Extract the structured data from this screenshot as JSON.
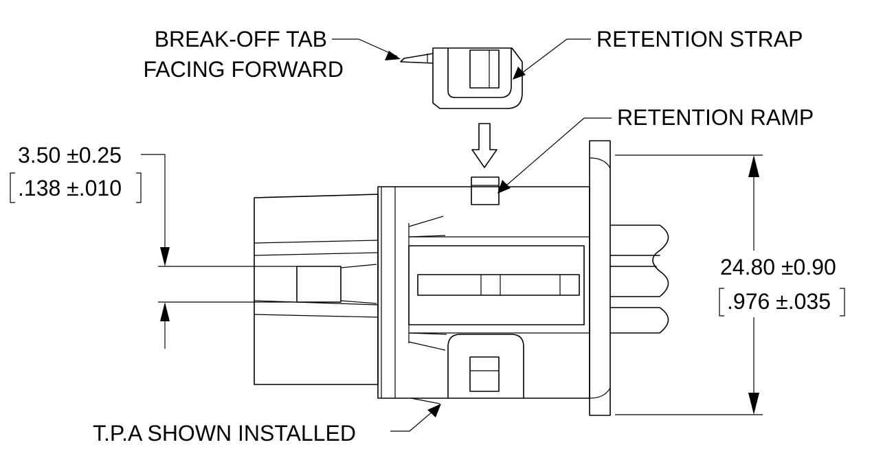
{
  "drawing": {
    "callouts": {
      "break_off_tab_line1": "BREAK-OFF TAB",
      "break_off_tab_line2": "FACING FORWARD",
      "retention_strap": "RETENTION STRAP",
      "retention_ramp": "RETENTION RAMP",
      "tpa_installed": "T.P.A SHOWN INSTALLED"
    },
    "dimensions": {
      "slot": {
        "metric": "3.50 ±0.25",
        "imperial": ".138 ±.010"
      },
      "height": {
        "metric": "24.80 ±0.90",
        "imperial": ".976 ±.035"
      }
    }
  }
}
